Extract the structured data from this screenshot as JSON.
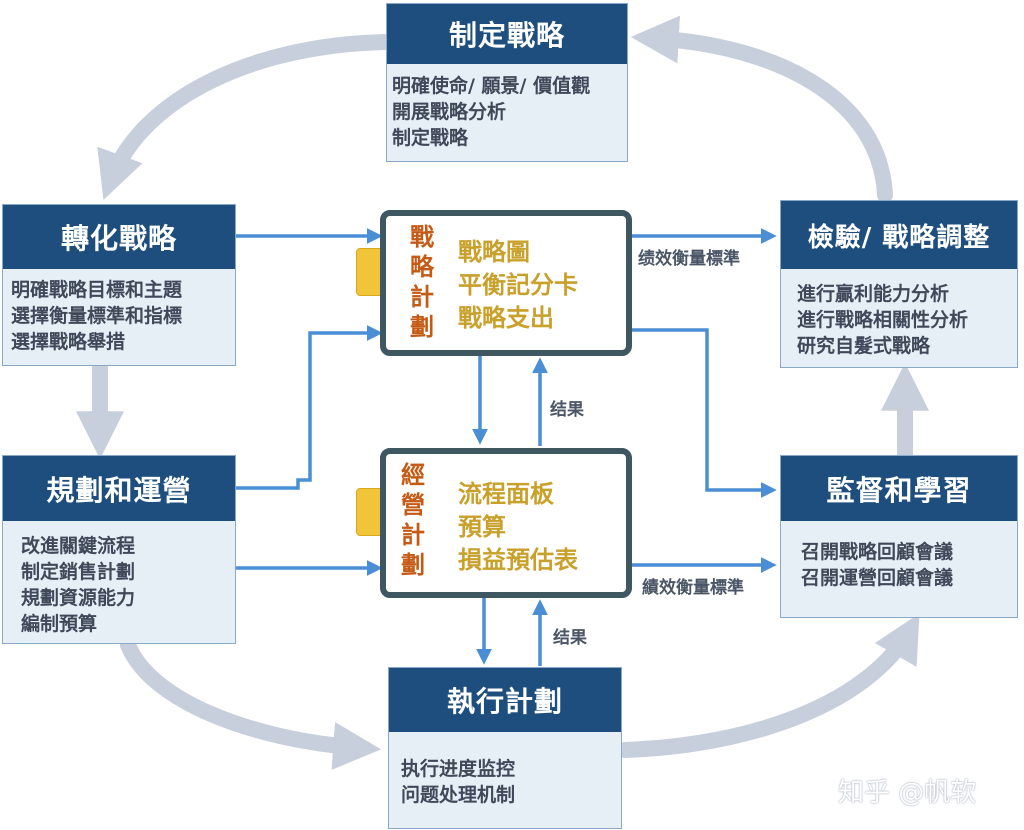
{
  "boxes": {
    "formulate": {
      "title": "制定戰略",
      "lines": [
        "明確使命/ 願景/ 價值觀",
        "開展戰略分析",
        "制定戰略"
      ]
    },
    "translate": {
      "title": "轉化戰略",
      "lines": [
        "明確戰略目標和主題",
        "選擇衡量標準和指標",
        "選擇戰略舉措"
      ]
    },
    "plan_ops": {
      "title": "規劃和運營",
      "lines": [
        "改進關鍵流程",
        "制定銷售計劃",
        "規劃資源能力",
        "編制預算"
      ]
    },
    "execute": {
      "title": "執行計劃",
      "lines": [
        "执行进度监控",
        "问题处理机制"
      ]
    },
    "monitor": {
      "title": "監督和學習",
      "lines": [
        "召開戰略回顧會議",
        "召開運營回顧會議"
      ]
    },
    "test_adapt": {
      "title": "檢驗/ 戰略調整",
      "lines": [
        "進行贏利能力分析",
        "進行戰略相關性分析",
        "研究自髮式戰略"
      ]
    }
  },
  "boards": {
    "strategy_plan": {
      "title_chars": [
        "戰",
        "略",
        "計",
        "劃"
      ],
      "items": [
        "戰略圖",
        "平衡記分卡",
        "戰略支出"
      ]
    },
    "operating_plan": {
      "title_chars": [
        "經",
        "營",
        "計",
        "劃"
      ],
      "items": [
        "流程面板",
        "預算",
        "損益預估表"
      ]
    }
  },
  "labels": {
    "metrics_top": "绩效衡量標準",
    "metrics_bottom": "績效衡量標準",
    "result_top": "结果",
    "result_bottom": "结果"
  },
  "watermark": "知乎 @帆软",
  "colors": {
    "header_bg": "#1e4e7d",
    "body_bg": "#e6eef6",
    "arrow_blue": "#4a8fd6",
    "cycle_gray": "#c8cfdc",
    "board_border": "#3f5760",
    "board_title": "#c55a14",
    "board_items": "#c9a02a",
    "clip": "#f2c43a"
  }
}
